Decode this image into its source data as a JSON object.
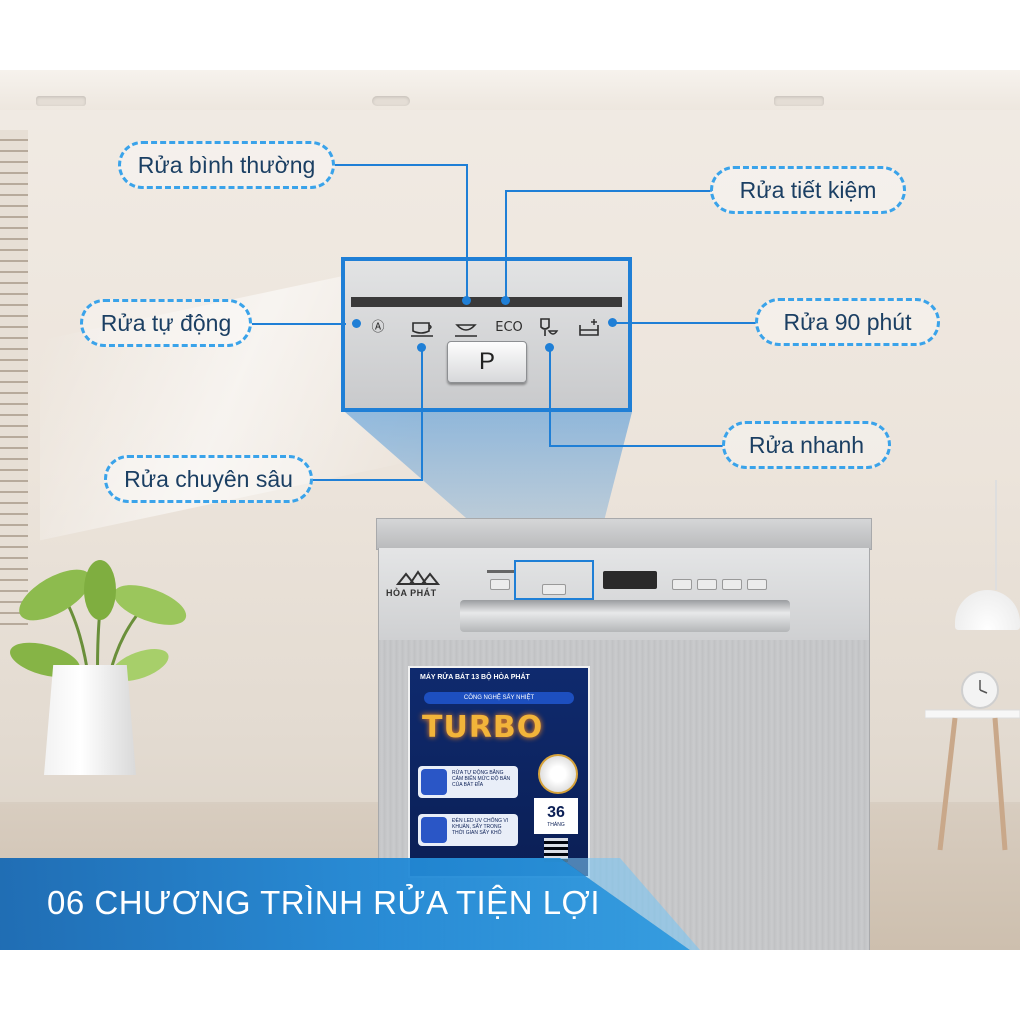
{
  "callouts": {
    "normal_wash": "Rửa bình thường",
    "eco_wash": "Rửa tiết kiệm",
    "auto_wash": "Rửa tự động",
    "ninety_min_wash": "Rửa 90 phút",
    "quick_wash": "Rửa nhanh",
    "intensive_wash": "Rửa chuyên sâu"
  },
  "control_panel": {
    "icons": [
      "auto-wash-icon",
      "intensive-cup-icon",
      "normal-bowl-icon",
      "eco-label",
      "quick-glass-icon",
      "ninety-min-tray-icon"
    ],
    "eco_text": "ECO",
    "auto_glyph": "Ⓐ",
    "program_button": "P"
  },
  "appliance": {
    "brand": "HÒA PHÁT",
    "card_title": "MÁY RỬA BÁT 13 BỘ HÒA PHÁT",
    "card_subtitle": "CÔNG NGHỆ SẤY NHIỆT",
    "card_turbo": "TURBO",
    "feature_1": "RỬA TỰ ĐỘNG BẰNG CẢM BIẾN MỨC ĐỘ BẨN CỦA BÁT ĐĨA",
    "feature_2": "ĐÈN LED UV CHỐNG VI KHUẨN, SẤY TRONG THỜI GIAN SẤY KHÔ",
    "warranty_number": "36",
    "warranty_unit": "THÁNG"
  },
  "banner": {
    "text": "06 CHƯƠNG TRÌNH RỬA TIỆN LỢI"
  },
  "colors": {
    "accent_blue": "#1f7fd6",
    "label_border": "#3aa3ea",
    "label_text": "#1b3f63",
    "banner_dark": "#1769b4",
    "banner_light": "#2e9ae0"
  }
}
